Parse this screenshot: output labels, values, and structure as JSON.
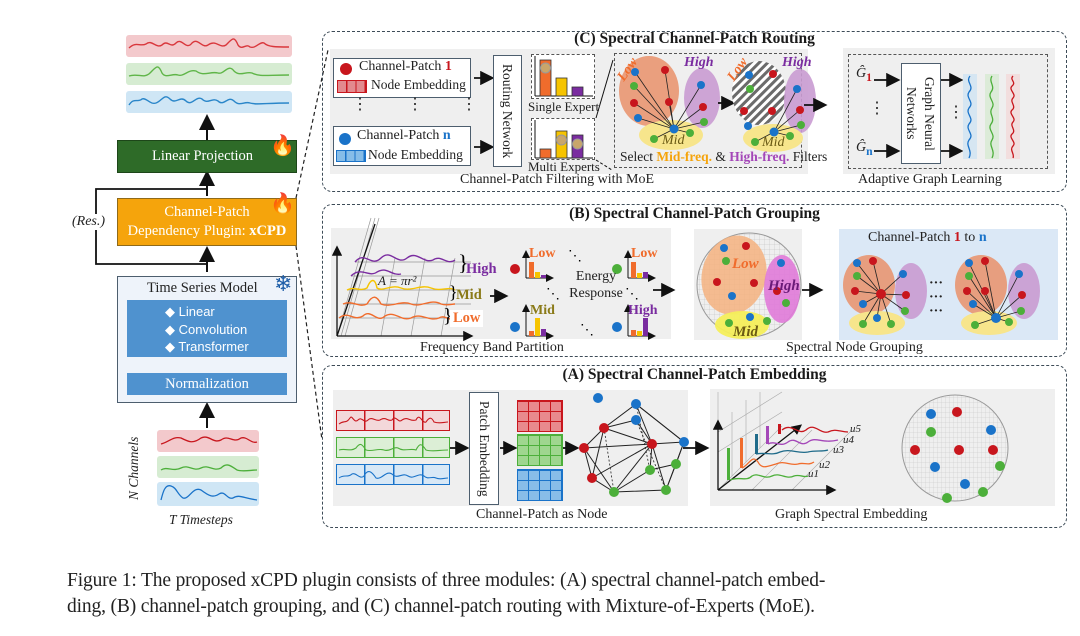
{
  "left_pipeline": {
    "output_series_colors": [
      "#d9373c",
      "#5fb548",
      "#2a86c9"
    ],
    "linear_projection": {
      "label": "Linear Projection",
      "trainable_icon": "fire-icon",
      "color": "#2e6b28"
    },
    "plugin": {
      "line1": "Channel-Patch",
      "line2_prefix": "Dependency Plugin: ",
      "line2_bold": "xCPD",
      "trainable_icon": "fire-icon",
      "color": "#f5a40c"
    },
    "residual_label": "(Res.)",
    "time_series_model": {
      "title": "Time Series Model",
      "frozen_icon": "snowflake-icon",
      "backbones": [
        "Linear",
        "Convolution",
        "Transformer"
      ],
      "normalization": "Normalization",
      "color": "#4f92cf"
    },
    "input_axis_y": "N Channels",
    "input_axis_x": "T Timesteps"
  },
  "panel_c": {
    "title": "(C) Spectral Channel-Patch Routing",
    "patch_1": {
      "label": "Channel-Patch ",
      "index": "1",
      "embedding": "Node Embedding"
    },
    "patch_n": {
      "label": "Channel-Patch ",
      "index": "n",
      "embedding": "Node Embedding"
    },
    "routing_network": "Routing Network",
    "single_expert": "Single Expert",
    "multi_experts": "Multi Experts",
    "graph_low": "Low",
    "graph_high": "High",
    "graph_mid": "Mid",
    "select_prefix": "Select ",
    "select_mid": "Mid-freq.",
    "select_and": " & ",
    "select_high": "High-freq.",
    "select_suffix": " Filters",
    "filtering_caption": "Channel-Patch Filtering with MoE",
    "g1": "Ĝ",
    "g1_sub": "1",
    "gn": "Ĝ",
    "gn_sub": "n",
    "gnn": "Graph Neural Networks",
    "adaptive_caption": "Adaptive Graph Learning"
  },
  "panel_b": {
    "title": "(B) Spectral Channel-Patch Grouping",
    "band_high": "High",
    "band_mid": "Mid",
    "band_low": "Low",
    "formula": "A = πr²",
    "energy_labels": [
      "Low",
      "Low",
      "Mid",
      "High"
    ],
    "energy_response": "Energy Response",
    "frequency_caption": "Frequency Band Partition",
    "sphere_low": "Low",
    "sphere_high": "High",
    "sphere_mid": "Mid",
    "cp_prefix": "Channel-Patch ",
    "cp_1": "1",
    "cp_to": " to ",
    "cp_n": "n",
    "ellipsis": "···",
    "grouping_caption": "Spectral Node Grouping"
  },
  "panel_a": {
    "title": "(A) Spectral Channel-Patch Embedding",
    "patch_embedding": "Patch Embedding",
    "node_caption": "Channel-Patch as Node",
    "eigen_labels": [
      "u5",
      "u4",
      "u3",
      "u2",
      "u1"
    ],
    "spectral_caption": "Graph Spectral Embedding"
  },
  "caption": {
    "line1": "Figure 1: The proposed xCPD plugin consists of three modules: (A) spectral channel-patch embed-",
    "line2": "ding, (B) channel-patch grouping, and (C) channel-patch routing with Mixture-of-Experts (MoE)."
  },
  "colors": {
    "red": "#c8161d",
    "green": "#4caf3a",
    "blue": "#1a73c9",
    "orange": "#f06c2c",
    "yellow": "#f6c400",
    "purple": "#7a2ca0",
    "low_region": "#e9906a",
    "high_region": "#c99bd2",
    "mid_region": "#f7e58c"
  }
}
